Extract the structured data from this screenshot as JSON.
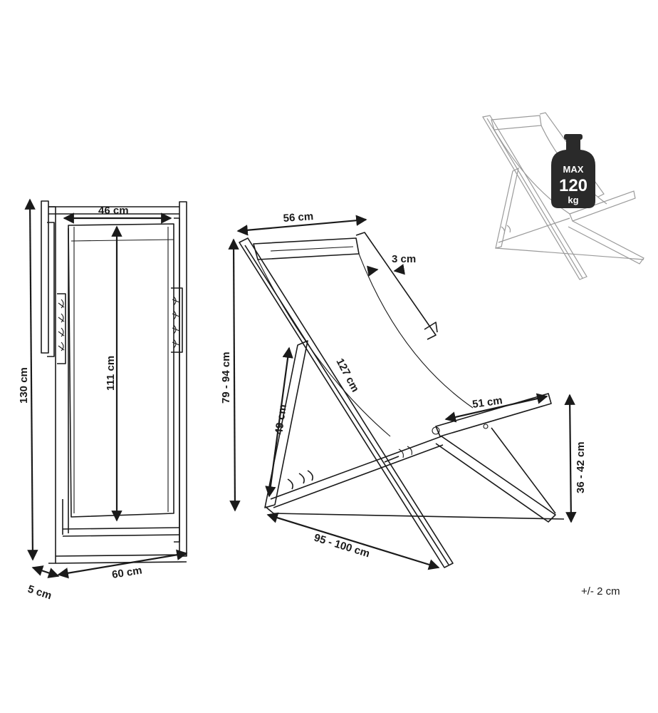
{
  "front_view": {
    "width_seat": "46 cm",
    "height_total": "130 cm",
    "fabric_length": "111 cm",
    "width_total": "60 cm",
    "depth_frame": "5 cm"
  },
  "side_view": {
    "top_width": "56 cm",
    "frame_thickness": "3 cm",
    "height_range": "79 - 94 cm",
    "back_leg": "49 cm",
    "main_frame": "127 cm",
    "armrest_depth": "51 cm",
    "seat_height_range": "36 - 42 cm",
    "depth_range": "95 - 100 cm"
  },
  "weight_badge": {
    "label": "MAX",
    "value": "120",
    "unit": "kg"
  },
  "tolerance": "+/- 2 cm"
}
